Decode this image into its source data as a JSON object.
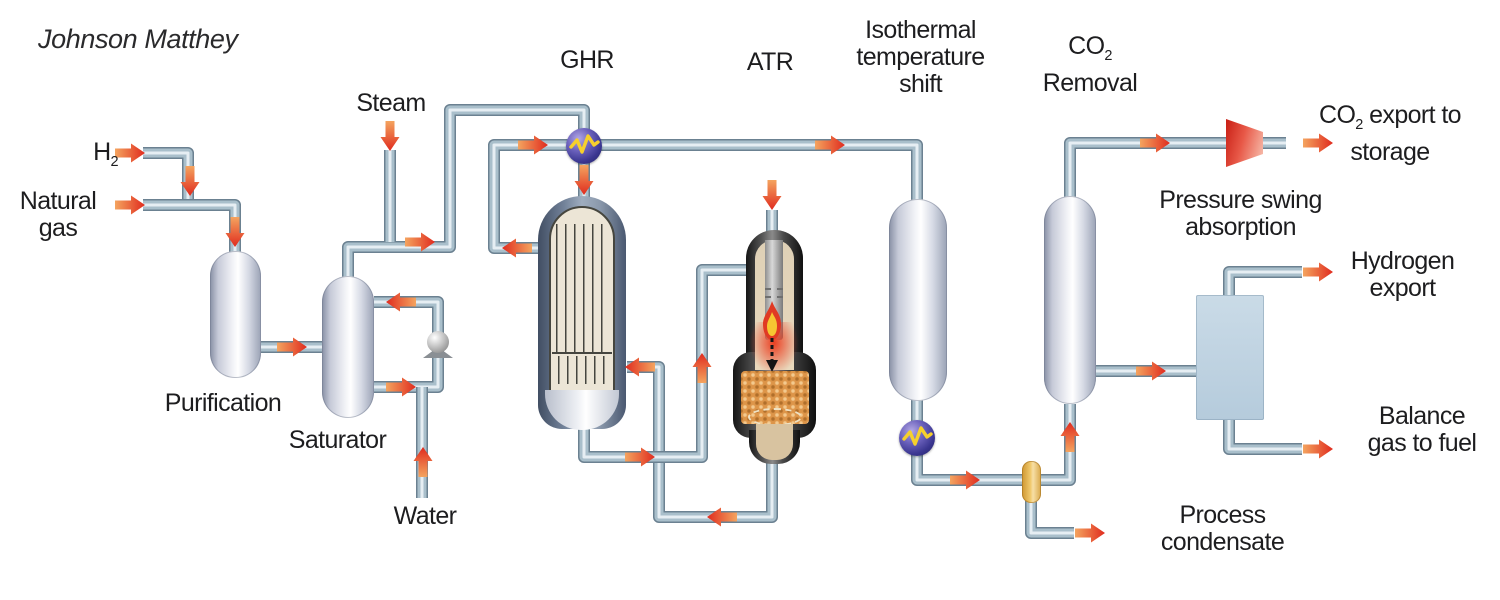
{
  "logo": "Johnson Matthey",
  "labels": {
    "h2": {
      "base": "H",
      "sub": "2"
    },
    "natural_gas": {
      "line1": "Natural",
      "line2": "gas"
    },
    "steam": "Steam",
    "purification": "Purification",
    "saturator": "Saturator",
    "water": "Water",
    "ghr": "GHR",
    "atr": "ATR",
    "isothermal_shift": {
      "line1": "Isothermal",
      "line2": "temperature",
      "line3": "shift"
    },
    "co2_removal": {
      "base": "CO",
      "sub": "2",
      "line2": "Removal"
    },
    "co2_export": {
      "base": "CO",
      "sub": "2",
      "rest": " export to",
      "line2": "storage"
    },
    "psa": {
      "line1": "Pressure swing",
      "line2": "absorption"
    },
    "hydrogen_export": {
      "line1": "Hydrogen",
      "line2": "export"
    },
    "balance_gas": {
      "line1": "Balance",
      "line2": "gas to fuel"
    },
    "process_condensate": {
      "line1": "Process",
      "line2": "condensate"
    }
  },
  "icons": {
    "heat_exchanger": "purple-sphere-with-yellow-zigzag",
    "pump": "gray-sphere-on-pedestal",
    "compressor": "red-trapezoid",
    "flow_arrow": "red-orange-arrow",
    "burner_flame": "flame-in-atr"
  },
  "palette": {
    "pipe": "#a9bfcb",
    "pipe_edge": "#6b8191",
    "pipe_highlight": "#e6eef3",
    "arrow_tail": "#f4a45f",
    "arrow_tip": "#e02b1e",
    "hx_sphere": "#3a3690",
    "hx_zigzag": "#f6d02c",
    "vessel_light": "#f2f3f7",
    "ghr_shell": "#73839a",
    "ghr_interior": "#ece5d6",
    "atr_shell": "#2a2a2a",
    "atr_interior": "#ded0b6",
    "catalyst_bed": "#dd9549",
    "psa_unit": "#bfd3e2",
    "separator": "#eab54e",
    "compressor": "#d8281f",
    "text": "#1d1d1f"
  }
}
